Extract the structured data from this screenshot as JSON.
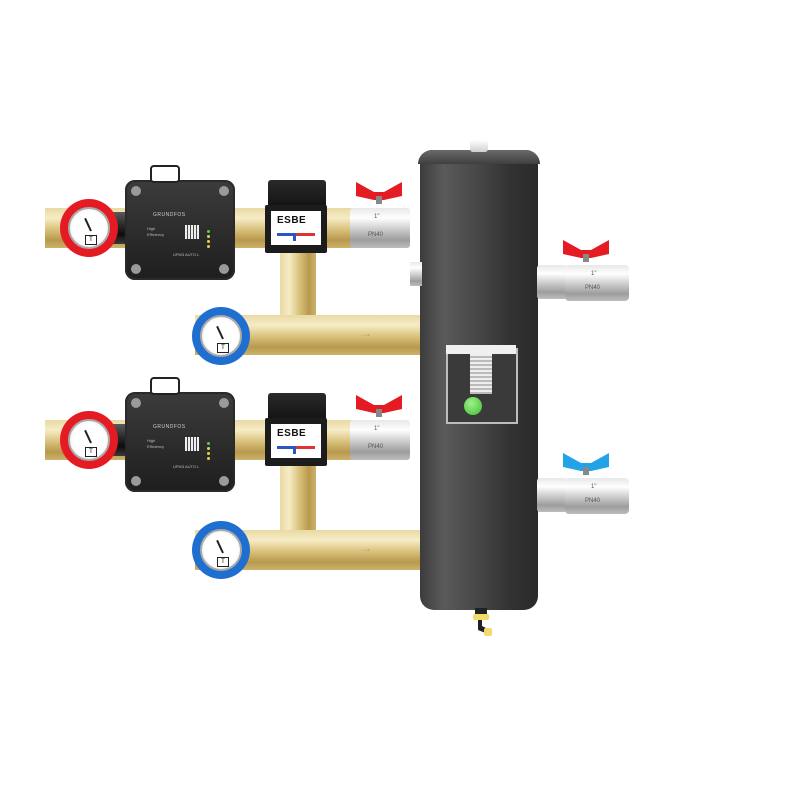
{
  "product": {
    "description": "Heating manifold with hydraulic separator, two pump groups"
  },
  "pump_groups": [
    {
      "pump": {
        "brand": "GRUNDFOS",
        "label_1": "High",
        "label_2": "Efficiency",
        "model": "UPM3 AUTO L"
      },
      "mixing_valve": {
        "brand": "ESBE"
      },
      "supply_valve": {
        "size": "1\"",
        "rating": "PN40",
        "handle_color": "#e41b23"
      },
      "gauge_top_color": "#e41b23",
      "gauge_bottom_color": "#1f6fd0",
      "flow_arrow": "→"
    },
    {
      "pump": {
        "brand": "GRUNDFOS",
        "label_1": "High",
        "label_2": "Efficiency",
        "model": "UPM3 AUTO L"
      },
      "mixing_valve": {
        "brand": "ESBE"
      },
      "supply_valve": {
        "size": "1\"",
        "rating": "PN40",
        "handle_color": "#e41b23"
      },
      "gauge_top_color": "#e41b23",
      "gauge_bottom_color": "#1f6fd0",
      "flow_arrow": "→"
    }
  ],
  "separator": {
    "outlet_valves": [
      {
        "size": "1\"",
        "rating": "PN40",
        "handle_color": "#e41b23"
      },
      {
        "size": "1\"",
        "rating": "PN40",
        "handle_color": "#22a3e8"
      }
    ],
    "indicator_color": "#4cc83e"
  },
  "gauge": {
    "t_mark": "T"
  }
}
